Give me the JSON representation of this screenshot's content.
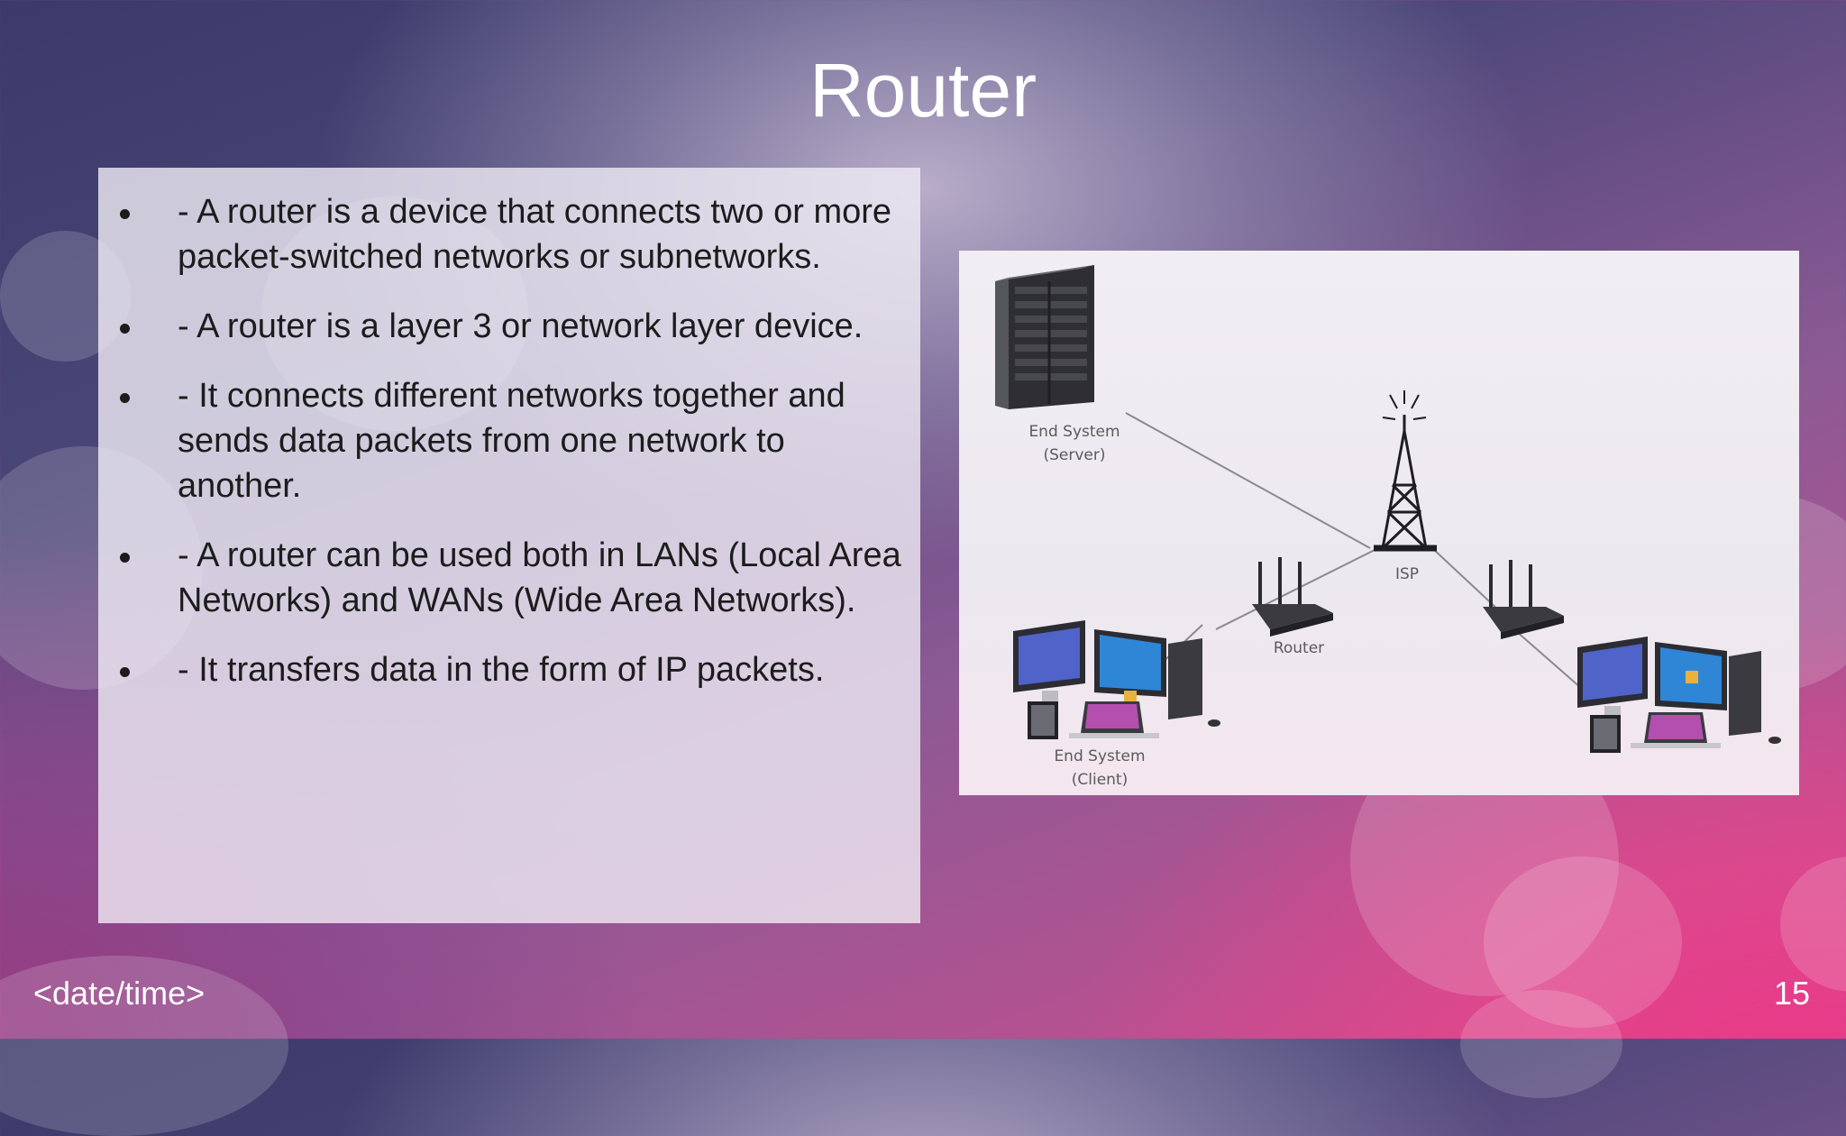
{
  "slide": {
    "title": "Router",
    "bullets": [
      "- A router is a device that connects two or more packet-switched networks or subnetworks.",
      "- A router is a layer 3 or network layer device.",
      "- It connects different networks together and sends data packets from one network to another.",
      "- A router can be used both in LANs (Local Area Networks) and WANs (Wide Area Networks).",
      "- It transfers data in the form of IP packets."
    ],
    "footer_date": "<date/time>",
    "page_number": "15"
  },
  "diagram": {
    "server_label_1": "End System",
    "server_label_2": "(Server)",
    "isp_label": "ISP",
    "router_label": "Router",
    "client_label_1": "End System",
    "client_label_2": "(Client)"
  },
  "colors": {
    "title_text": "#ffffff",
    "body_text": "#1c1c1c",
    "accent_pink": "#e03a86",
    "background_dark": "#3b3a6a"
  }
}
